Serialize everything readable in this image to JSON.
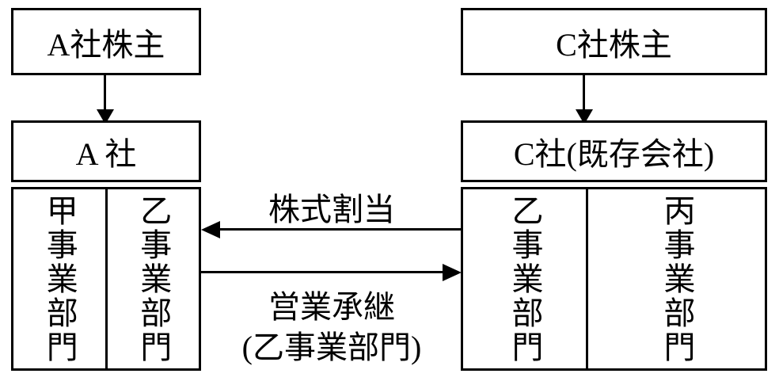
{
  "diagram": {
    "background_color": "#ffffff",
    "line_color": "#000000",
    "boxes": {
      "a_shareholders": {
        "label": "A社株主"
      },
      "c_shareholders": {
        "label": "C社株主"
      },
      "a_company": {
        "header": "A 社",
        "columns": [
          "甲事業部門",
          "乙事業部門"
        ]
      },
      "c_company": {
        "header": "C社(既存会社)",
        "columns": [
          "乙事業部門",
          "丙事業部門"
        ]
      }
    },
    "arrows": {
      "a_shareholders_to_a_company": "down-arrow",
      "c_shareholders_to_c_company": "down-arrow",
      "stock_allotment": {
        "label": "株式割当",
        "direction": "right-to-left"
      },
      "business_succession": {
        "label_line1": "営業承継",
        "label_line2": "(乙事業部門)",
        "direction": "left-to-right"
      }
    }
  }
}
